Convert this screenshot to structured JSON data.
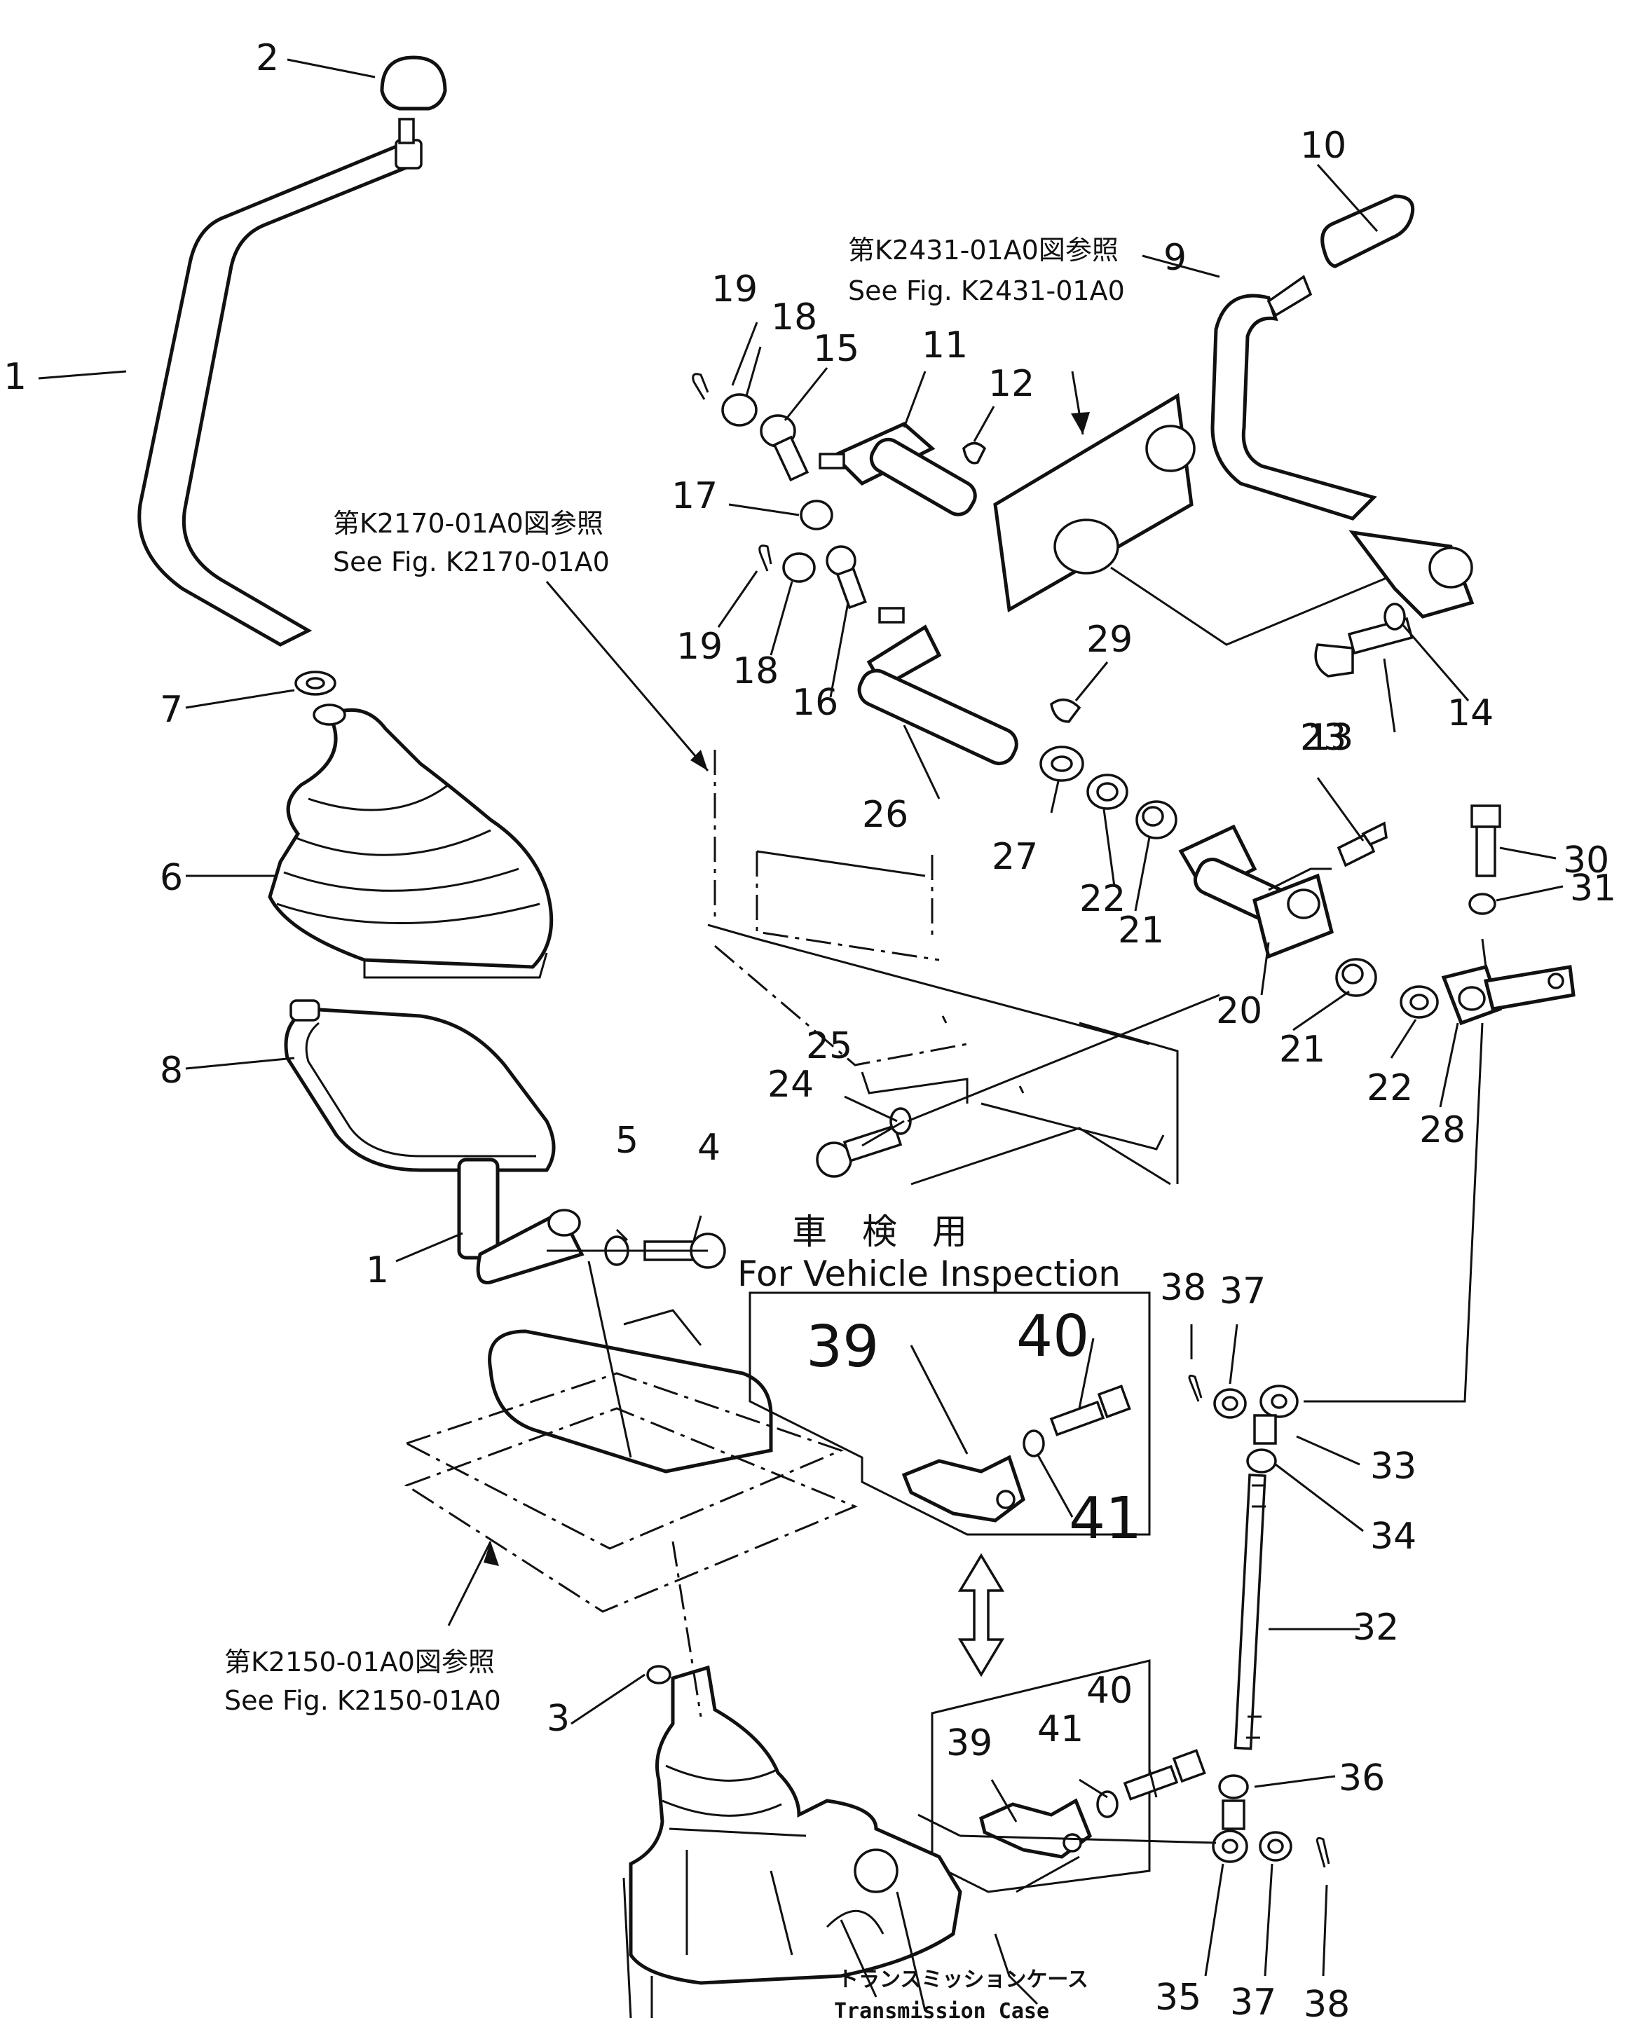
{
  "diagram": {
    "callouts": [
      "1",
      "2",
      "3",
      "4",
      "5",
      "6",
      "7",
      "8",
      "9",
      "10",
      "11",
      "12",
      "13",
      "14",
      "15",
      "16",
      "17",
      "18",
      "19",
      "20",
      "21",
      "22",
      "23",
      "24",
      "25",
      "26",
      "27",
      "28",
      "29",
      "30",
      "31",
      "32",
      "33",
      "34",
      "35",
      "36",
      "37",
      "38",
      "39",
      "40",
      "41"
    ],
    "references": {
      "k2431_jp": "第K2431-01A0図参照",
      "k2431_en": "See Fig. K2431-01A0",
      "k2170_jp": "第K2170-01A0図参照",
      "k2170_en": "See Fig. K2170-01A0",
      "k2150_jp": "第K2150-01A0図参照",
      "k2150_en": "See Fig. K2150-01A0"
    },
    "inspection": {
      "jp": "車　検　用",
      "en": "For Vehicle Inspection"
    },
    "transmission": {
      "jp": "トランスミッションケース",
      "en": "Transmission Case"
    }
  }
}
